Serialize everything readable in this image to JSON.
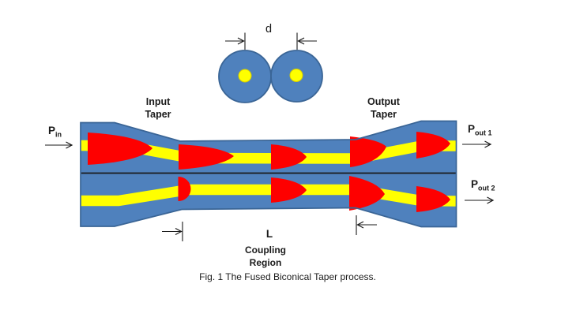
{
  "colors": {
    "page-bg": "#ffffff",
    "fiber-blue": "#4f81bd",
    "fiber-border": "#3a6596",
    "core-yellow": "#ffff00",
    "core-edge": "#d9ce00",
    "pulse-red": "#fe0000",
    "ink": "#1a1a1a"
  },
  "labels": {
    "d": "d",
    "input_taper": {
      "line1": "Input",
      "line2": "Taper"
    },
    "output_taper": {
      "line1": "Output",
      "line2": "Taper"
    },
    "p_in": {
      "main": "P",
      "sub": "in"
    },
    "p_out1": {
      "main": "P",
      "sub": "out 1"
    },
    "p_out2": {
      "main": "P",
      "sub": "out 2"
    },
    "length": "L",
    "coupling": {
      "line1": "Coupling",
      "line2": "Region"
    }
  },
  "caption": "Fig. 1 The Fused Biconical Taper process."
}
